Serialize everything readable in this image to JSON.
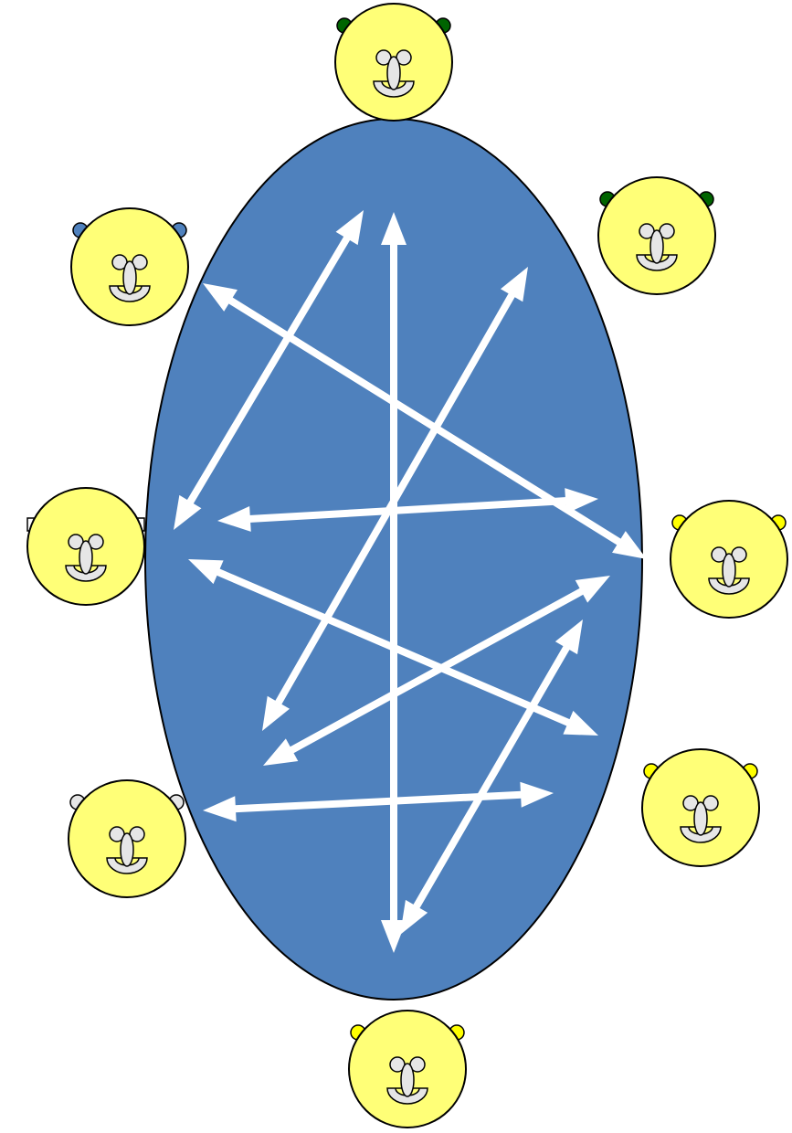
{
  "colors": {
    "background": "#ffffff",
    "ellipse_fill": "#4f81bd",
    "outline": "#000000",
    "arrow": "#ffffff",
    "face": "#ffff77",
    "feature": "#e6e6e6"
  },
  "faces": [
    {
      "id": "face-top",
      "ear_shape": "circle",
      "ear_color": "#006400"
    },
    {
      "id": "face-top-right",
      "ear_shape": "circle",
      "ear_color": "#006400"
    },
    {
      "id": "face-top-left",
      "ear_shape": "circle",
      "ear_color": "#4f81bd"
    },
    {
      "id": "face-left",
      "ear_shape": "square",
      "ear_color": "#ffffff"
    },
    {
      "id": "face-right",
      "ear_shape": "circle",
      "ear_color": "#ffff00"
    },
    {
      "id": "face-lower-right",
      "ear_shape": "circle",
      "ear_color": "#ffff00"
    },
    {
      "id": "face-lower-left",
      "ear_shape": "circle",
      "ear_color": "#e6e6e6"
    },
    {
      "id": "face-bottom",
      "ear_shape": "circle",
      "ear_color": "#ffff00"
    }
  ],
  "arrows": [
    {
      "id": "arrow-vertical-center",
      "heads": "both"
    },
    {
      "id": "arrow-left-to-top",
      "heads": "both"
    },
    {
      "id": "arrow-upperleft-to-right",
      "heads": "both"
    },
    {
      "id": "arrow-horizontal-middle",
      "heads": "both"
    },
    {
      "id": "arrow-bottomleft-to-topright",
      "heads": "both"
    },
    {
      "id": "arrow-midleft-to-lowerright",
      "heads": "both"
    },
    {
      "id": "arrow-lowerleft-to-right",
      "heads": "both"
    },
    {
      "id": "arrow-horizontal-lower",
      "heads": "both"
    },
    {
      "id": "arrow-bottom-to-right",
      "heads": "both"
    }
  ]
}
